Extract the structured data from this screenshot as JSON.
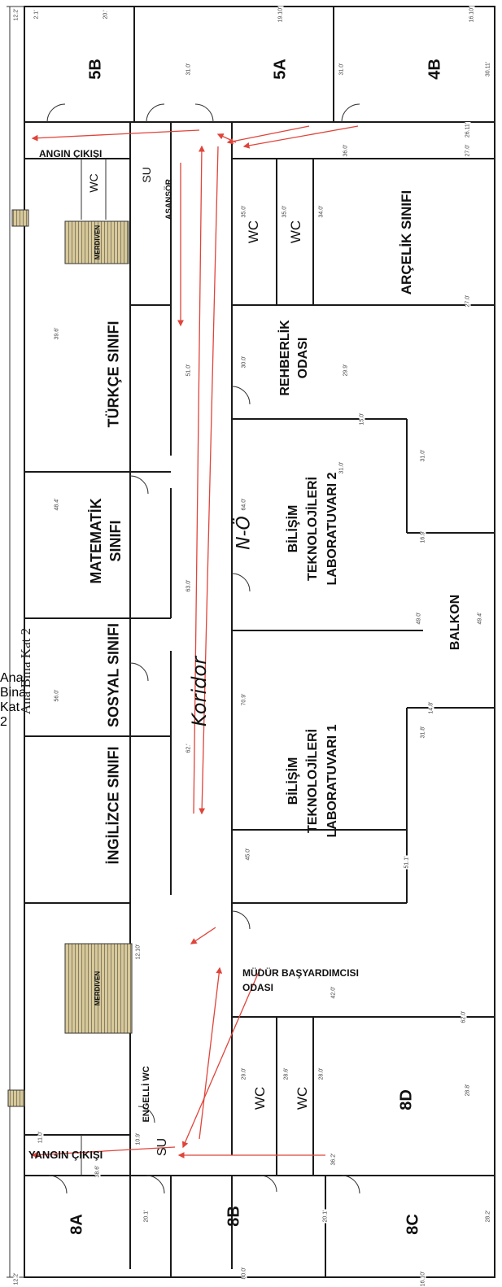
{
  "title": "Ana Bina Kat 2",
  "corridor_note": "Koridor",
  "corridor_code": "N-Ö",
  "rooms": [
    {
      "key": "5B",
      "label": "5B"
    },
    {
      "key": "5A",
      "label": "5A"
    },
    {
      "key": "4B",
      "label": "4B"
    },
    {
      "key": "exit_top",
      "label": "ANGIN ÇIKIŞI"
    },
    {
      "key": "wc_top",
      "label": "WC"
    },
    {
      "key": "su_top",
      "label": "SU"
    },
    {
      "key": "asansor",
      "label": "ASANSÖR"
    },
    {
      "key": "merdiven_top",
      "label": "MERDIVEN"
    },
    {
      "key": "wc1",
      "label": "WC"
    },
    {
      "key": "wc2",
      "label": "WC"
    },
    {
      "key": "arcelik",
      "label": "ARÇELİK SINIFI"
    },
    {
      "key": "turkce",
      "label": "TÜRKÇE SINIFI"
    },
    {
      "key": "rehberlik",
      "label": "REHBERLİK ODASI"
    },
    {
      "key": "matematik",
      "label": "MATEMATİK SINIFI"
    },
    {
      "key": "bilisim2",
      "label": "BİLİŞİM TEKNOLOJİLERİ LABORATUVARI 2"
    },
    {
      "key": "balkon",
      "label": "BALKON"
    },
    {
      "key": "sosyal",
      "label": "SOSYAL SINIFI"
    },
    {
      "key": "ingilizce",
      "label": "İNGİLİZCE SINIFI"
    },
    {
      "key": "bilisim1",
      "label": "BİLİŞİM TEKNOLOJİLERİ LABORATUVARI 1"
    },
    {
      "key": "merdiven_bottom",
      "label": "MERDIVEN"
    },
    {
      "key": "mudur",
      "label": "MÜDÜR BAŞYARDIMCISI ODASI"
    },
    {
      "key": "engelli",
      "label": "ENGELLİ WC"
    },
    {
      "key": "su_bottom",
      "label": "SU"
    },
    {
      "key": "wc3",
      "label": "WC"
    },
    {
      "key": "wc4",
      "label": "WC"
    },
    {
      "key": "8d",
      "label": "8D"
    },
    {
      "key": "exit_bottom",
      "label": "YANGIN ÇIKIŞI"
    },
    {
      "key": "8a",
      "label": "8A"
    },
    {
      "key": "8b",
      "label": "8B"
    },
    {
      "key": "8c",
      "label": "8C"
    }
  ],
  "dimensions": [
    "12.2'",
    "2.1'",
    "20.'",
    "19.10'",
    "12.2'",
    "16.10'",
    "31.0'",
    "31.0'",
    "30.11'",
    "29.11'",
    "26.11'",
    "35.0'",
    "35.0'",
    "34.0'",
    "27.0'",
    "36.0'",
    "27.0'",
    "39.6'",
    "51.0'",
    "30.0'",
    "29.9'",
    "15.0'",
    "31.0'",
    "31.0'",
    "48.4'",
    "64.0'",
    "16.9'",
    "63.0'",
    "49.0'",
    "49.4'",
    "56.0'",
    "70.9'",
    "31.8'",
    "14.8'",
    "62.'",
    "45.0'",
    "51.1'",
    "12.10'",
    "42.0'",
    "62.0'",
    "29.0'",
    "28.6'",
    "28.0'",
    "28.8'",
    "11.0'",
    "10.9'",
    "38.6'",
    "36.2'",
    "20.1'",
    "80.0'",
    "20.1'",
    "28.2'",
    "16.10'"
  ],
  "colors": {
    "walls": "#1a1a1a",
    "evacuation_arrows": "#e0443a",
    "stair_hatch": "#c9b88a",
    "background": "#ffffff"
  }
}
